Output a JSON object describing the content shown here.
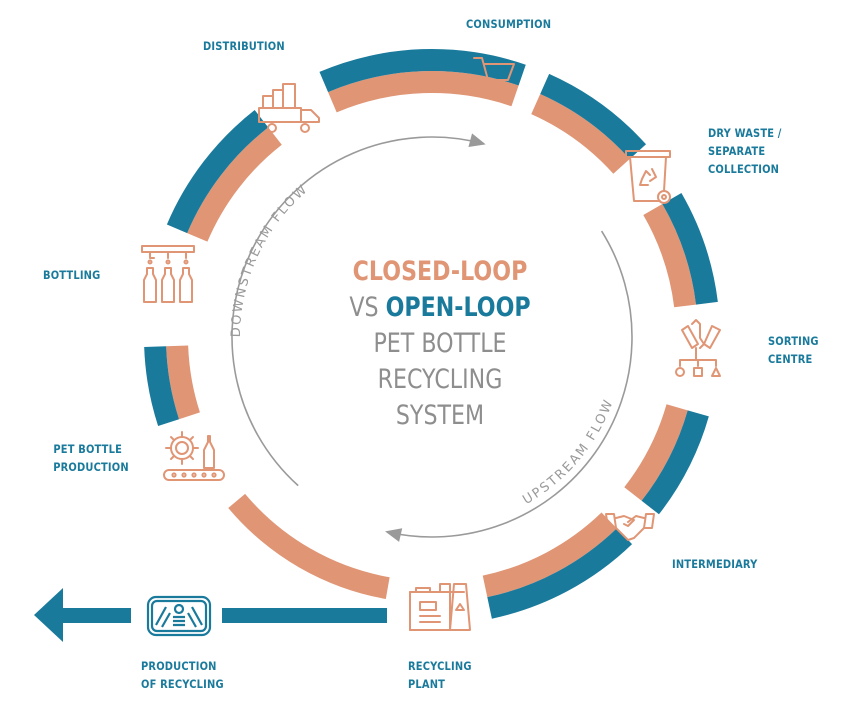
{
  "title": {
    "closed_loop": "CLOSED-LOOP",
    "vs": "VS",
    "open_loop": "OPEN-LOOP",
    "line3": "PET BOTTLE",
    "line4": "RECYCLING",
    "line5": "SYSTEM"
  },
  "flows": {
    "downstream": "DOWNSTREAM FLOW",
    "upstream": "UPSTREAM FLOW"
  },
  "colors": {
    "closed_loop": "#e09575",
    "open_loop": "#1a7a9c",
    "flow_arrow": "#9a9a9a",
    "label_text": "#1a7a9c"
  },
  "stages": [
    {
      "id": "consumption",
      "lines": [
        "CONSUMPTION"
      ],
      "icon": "shopping-cart-icon"
    },
    {
      "id": "dry-waste",
      "lines": [
        "DRY WASTE /",
        "SEPARATE",
        "COLLECTION"
      ],
      "icon": "recycling-bin-icon"
    },
    {
      "id": "sorting-centre",
      "lines": [
        "SORTING",
        "CENTRE"
      ],
      "icon": "sorting-icon"
    },
    {
      "id": "intermediary",
      "lines": [
        "INTERMEDIARY"
      ],
      "icon": "handshake-icon"
    },
    {
      "id": "recycling-plant",
      "lines": [
        "RECYCLING",
        "PLANT"
      ],
      "icon": "factory-icon"
    },
    {
      "id": "production-of-recycling",
      "lines": [
        "PRODUCTION",
        "OF RECYCLING"
      ],
      "icon": "recycled-tray-icon"
    },
    {
      "id": "pet-bottle-production",
      "lines": [
        "PET BOTTLE",
        "PRODUCTION"
      ],
      "icon": "gear-conveyor-icon"
    },
    {
      "id": "bottling",
      "lines": [
        "BOTTLING"
      ],
      "icon": "bottling-line-icon"
    },
    {
      "id": "distribution",
      "lines": [
        "DISTRIBUTION"
      ],
      "icon": "delivery-truck-icon"
    }
  ]
}
